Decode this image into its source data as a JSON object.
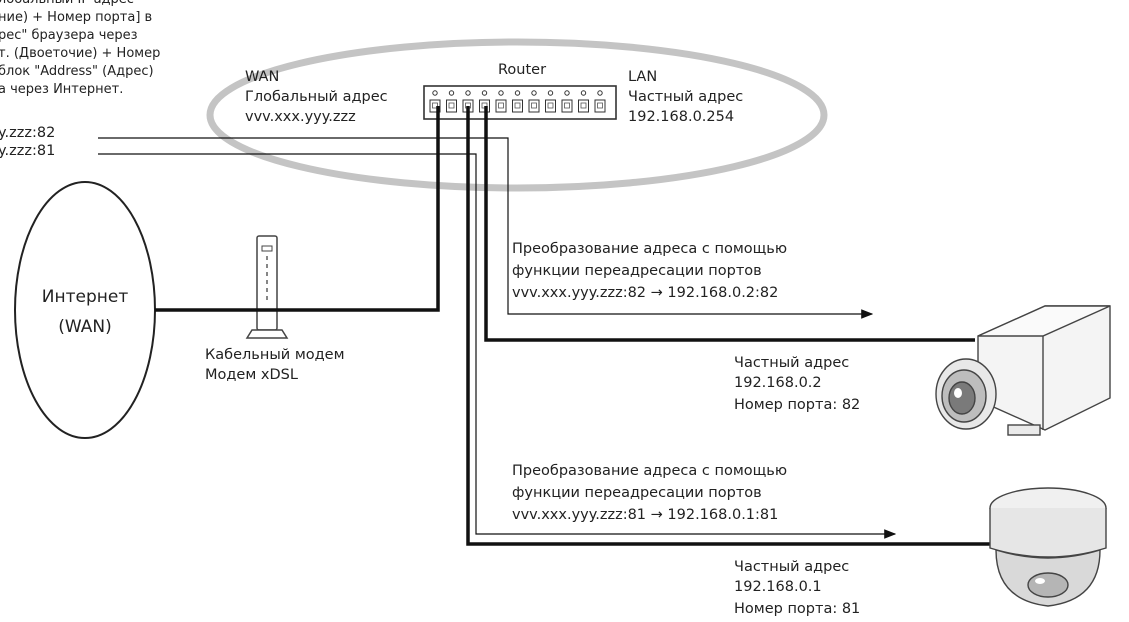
{
  "top_left_text": [
    "Глобальный IP-адрес",
    "ние) + Номер порта] в",
    "рес\" браузера через",
    "т. (Двоеточие) + Номер",
    "блок \"Address\" (Адрес)",
    "а через Интернет."
  ],
  "addresses": {
    "camera1_url": "y.zzz:82",
    "camera2_url": "y.zzz:81"
  },
  "router": {
    "title": "Router",
    "wan": {
      "title": "WAN",
      "label": "Глобальный адрес",
      "address": "vvv.xxx.yyy.zzz"
    },
    "lan": {
      "title": "LAN",
      "label": "Частный адрес",
      "address": "192.168.0.254"
    }
  },
  "internet": {
    "line1": "Интернет",
    "line2": "(WAN)"
  },
  "modem": {
    "line1": "Кабельный модем",
    "line2": "Модем xDSL"
  },
  "forward1": {
    "line1": "Преобразование адреса с помощью",
    "line2": "функции переадресации портов",
    "line3": "vvv.xxx.yyy.zzz:82 → 192.168.0.2:82"
  },
  "forward2": {
    "line1": "Преобразование адреса с помощью",
    "line2": "функции переадресации портов",
    "line3": "vvv.xxx.yyy.zzz:81 → 192.168.0.1:81"
  },
  "camera1": {
    "label": "Частный адрес",
    "address": "192.168.0.2",
    "port": "Номер порта: 82"
  },
  "camera2": {
    "label": "Частный адрес",
    "address": "192.168.0.1",
    "port": "Номер порта:  81"
  }
}
